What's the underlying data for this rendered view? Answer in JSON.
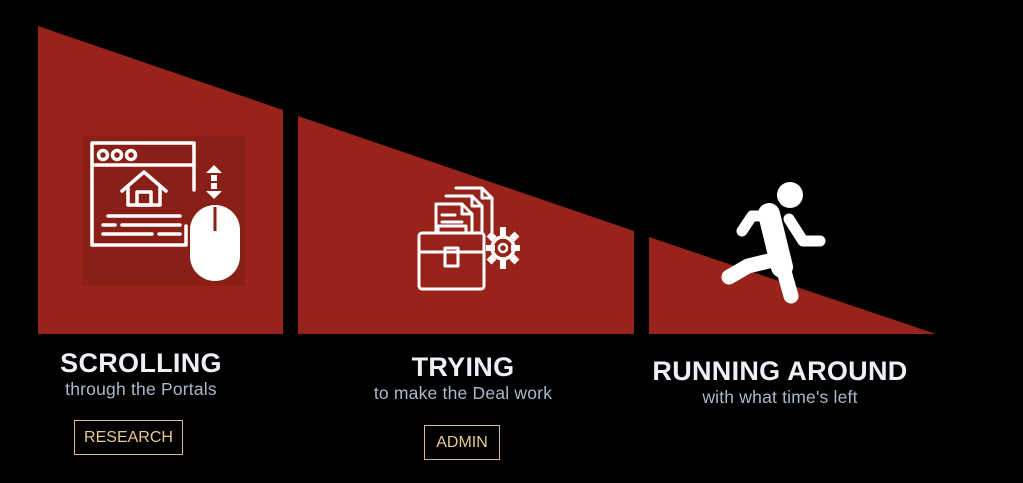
{
  "colors": {
    "background": "#000000",
    "panel": "#97231a",
    "icon_tile": "#8a1f17",
    "icon": "#ffffff",
    "title_text": "#eef0f6",
    "subtitle_text": "#a9b9c8",
    "tag_text": "#e9c98e",
    "tag_border": "#d9b98a"
  },
  "stages": [
    {
      "title": "SCROLLING",
      "subtitle": "through the Portals",
      "tag": "RESEARCH",
      "icon": "browser-window-mouse-scroll-icon"
    },
    {
      "title": "TRYING",
      "subtitle": "to make the Deal work",
      "tag": "ADMIN",
      "icon": "briefcase-documents-gear-icon"
    },
    {
      "title": "RUNNING AROUND",
      "subtitle": "with what time's left",
      "icon": "running-person-icon"
    }
  ]
}
